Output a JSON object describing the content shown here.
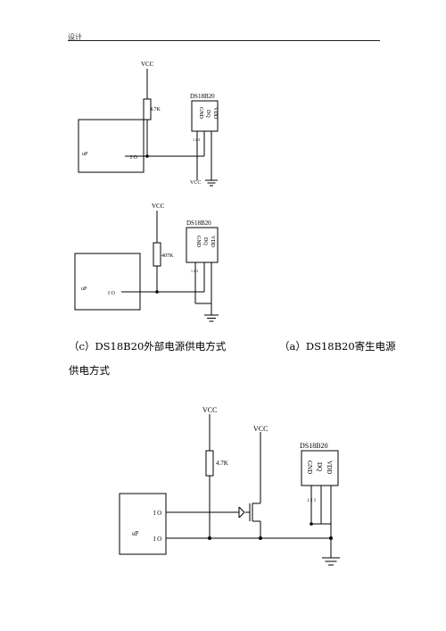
{
  "header": {
    "label": "设计"
  },
  "captions": {
    "c": "（c）DS18B20外部电源供电方式",
    "a_line1": "（a）DS18B20寄生电源",
    "a_line2": "供电方式"
  },
  "labels": {
    "vcc": "VCC",
    "chip": "DS18B20",
    "pin_gnd": "GND",
    "pin_dq": "DQ",
    "pin_vdd": "VDD",
    "up": "uP",
    "io": "I O",
    "r1": "4.7K",
    "r2": "407K",
    "r3": "4.7K",
    "pin_nums": "1 2 3"
  }
}
